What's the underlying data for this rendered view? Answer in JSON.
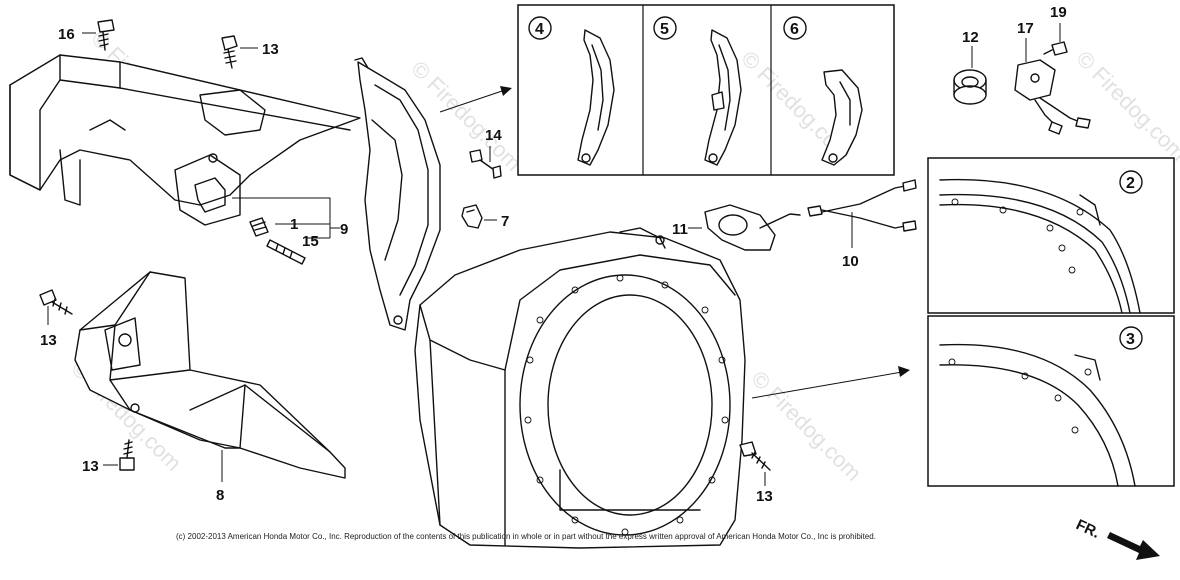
{
  "callouts": {
    "c16": "16",
    "c13a": "13",
    "c14": "14",
    "c7": "7",
    "c1": "1",
    "c9": "9",
    "c15": "15",
    "c13b": "13",
    "c13c": "13",
    "c8": "8",
    "c11": "11",
    "c10": "10",
    "c12": "12",
    "c17": "17",
    "c19": "19",
    "c13d": "13"
  },
  "variants": {
    "v4": "4",
    "v5": "5",
    "v6": "6",
    "v2": "2",
    "v3": "3"
  },
  "watermark": "© Firedog.com",
  "copyright": "(c) 2002-2013 American Honda Motor Co., Inc. Reproduction of the contents of this publication in whole or in part without the express written approval of American Honda Motor Co., Inc is prohibited.",
  "direction_label": "FR."
}
